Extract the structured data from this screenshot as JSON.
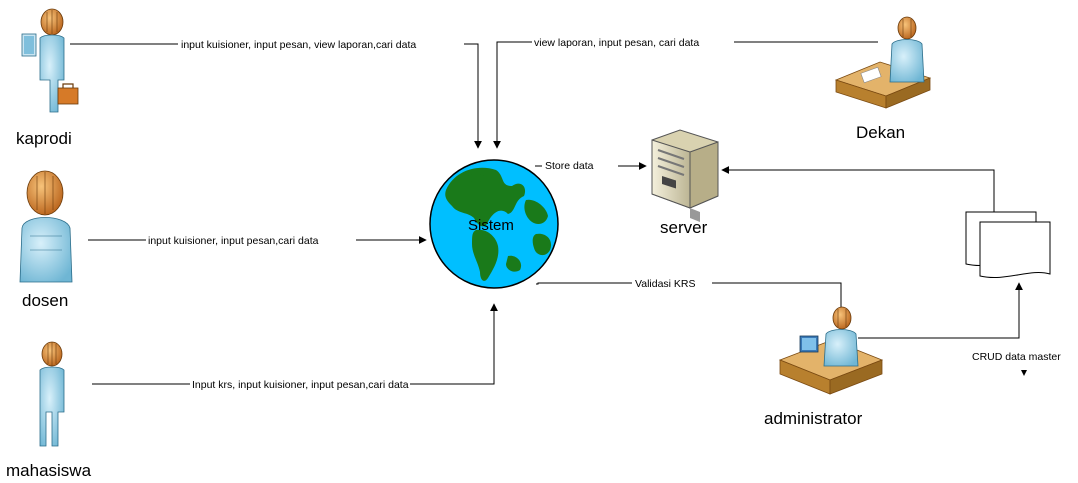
{
  "diagram": {
    "center": {
      "label": "Sistem",
      "icon": "globe-icon"
    },
    "server": {
      "label": "server",
      "icon": "server-icon"
    },
    "actors": {
      "kaprodi": {
        "label": "kaprodi",
        "icon": "person-with-briefcase-icon"
      },
      "dosen": {
        "label": "dosen",
        "icon": "person-icon"
      },
      "mahasiswa": {
        "label": "mahasiswa",
        "icon": "person-icon"
      },
      "dekan": {
        "label": "Dekan",
        "icon": "person-at-desk-icon"
      },
      "administrator": {
        "label": "administrator",
        "icon": "person-at-computer-icon"
      }
    },
    "documents": {
      "icon": "document-stack-icon"
    },
    "edges": {
      "kaprodi_to_sistem": "input kuisioner, input pesan, view laporan,cari data",
      "dekan_to_sistem": "view laporan, input pesan, cari data",
      "dosen_to_sistem": "input kuisioner, input pesan,cari data",
      "mahasiswa_to_sistem": "Input krs, input kuisioner, input pesan,cari data",
      "sistem_to_server": "Store data",
      "sistem_to_admin": "Validasi KRS",
      "admin_to_documents": "CRUD data master"
    },
    "colors": {
      "ocean": "#00bfff",
      "land": "#1a7a1a",
      "person_body": "#9fd4ea",
      "person_head": "#e08a2c",
      "server_body": "#e8e2c8",
      "desk": "#e3b36a"
    }
  }
}
